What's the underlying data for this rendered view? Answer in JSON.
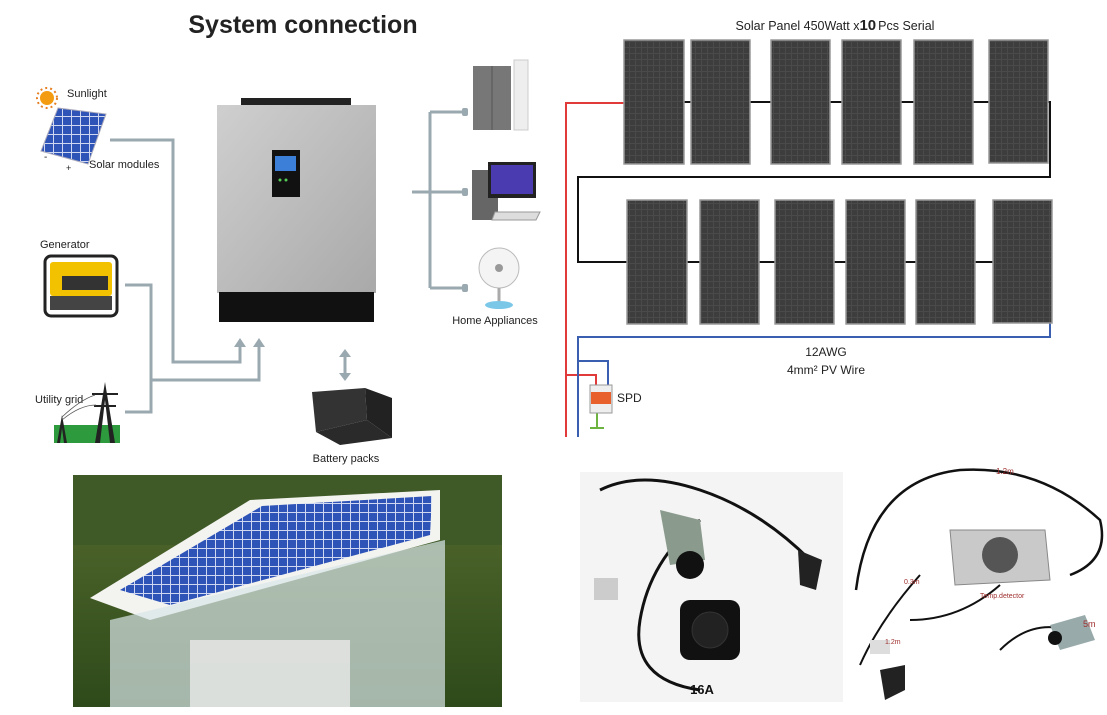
{
  "system": {
    "title": "System connection",
    "sunlight": "Sunlight",
    "solar_modules": "Solar modules",
    "minus": "-",
    "plus": "+",
    "generator": "Generator",
    "utility_grid": "Utility grid",
    "home_appliances": "Home Appliances",
    "battery_packs": "Battery packs",
    "line_color": "#9aa8b0"
  },
  "wiring": {
    "title_prefix": "Solar Panel 450Watt x",
    "title_count": "10",
    "title_suffix": "Pcs Serial",
    "wire_gauge": "12AWG",
    "wire_spec": "4mm² PV Wire",
    "spd": "SPD",
    "colors": {
      "positive": "#e03a3a",
      "negative": "#3a5fb0",
      "series": "#111111",
      "ground": "#6cb33f"
    }
  },
  "photos": {
    "cable_rating": "16A",
    "charger_labels": {
      "main_cable": "1.2m",
      "short_cable": "0.3m",
      "temp": "Temp.detector",
      "socket_cable": "1.2m",
      "plug_cable": "5m"
    }
  }
}
